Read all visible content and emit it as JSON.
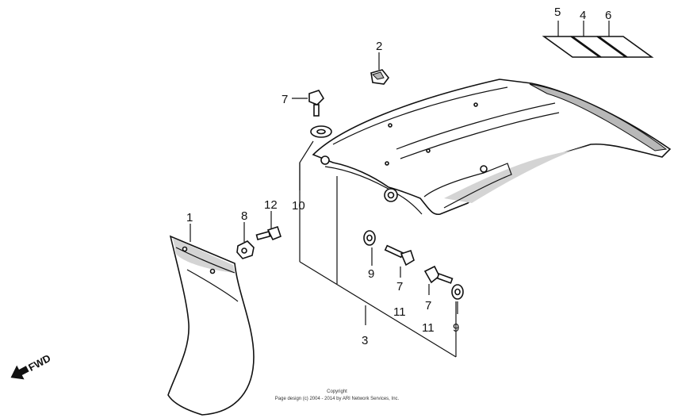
{
  "callouts": [
    {
      "id": "c5",
      "label": "5"
    },
    {
      "id": "c4",
      "label": "4"
    },
    {
      "id": "c6",
      "label": "6"
    },
    {
      "id": "c2",
      "label": "2"
    },
    {
      "id": "c7a",
      "label": "7"
    },
    {
      "id": "c10",
      "label": "10"
    },
    {
      "id": "c1",
      "label": "1"
    },
    {
      "id": "c8",
      "label": "8"
    },
    {
      "id": "c12",
      "label": "12"
    },
    {
      "id": "c9a",
      "label": "9"
    },
    {
      "id": "c7b",
      "label": "7"
    },
    {
      "id": "c11a",
      "label": "11"
    },
    {
      "id": "c7c",
      "label": "7"
    },
    {
      "id": "c11b",
      "label": "11"
    },
    {
      "id": "c9b",
      "label": "9"
    },
    {
      "id": "c3",
      "label": "3"
    }
  ],
  "fwd_label": "FWD",
  "copyright": {
    "line1": "Copyright",
    "line2": "Page design (c) 2004 - 2014 by ARI Network Services, Inc."
  }
}
